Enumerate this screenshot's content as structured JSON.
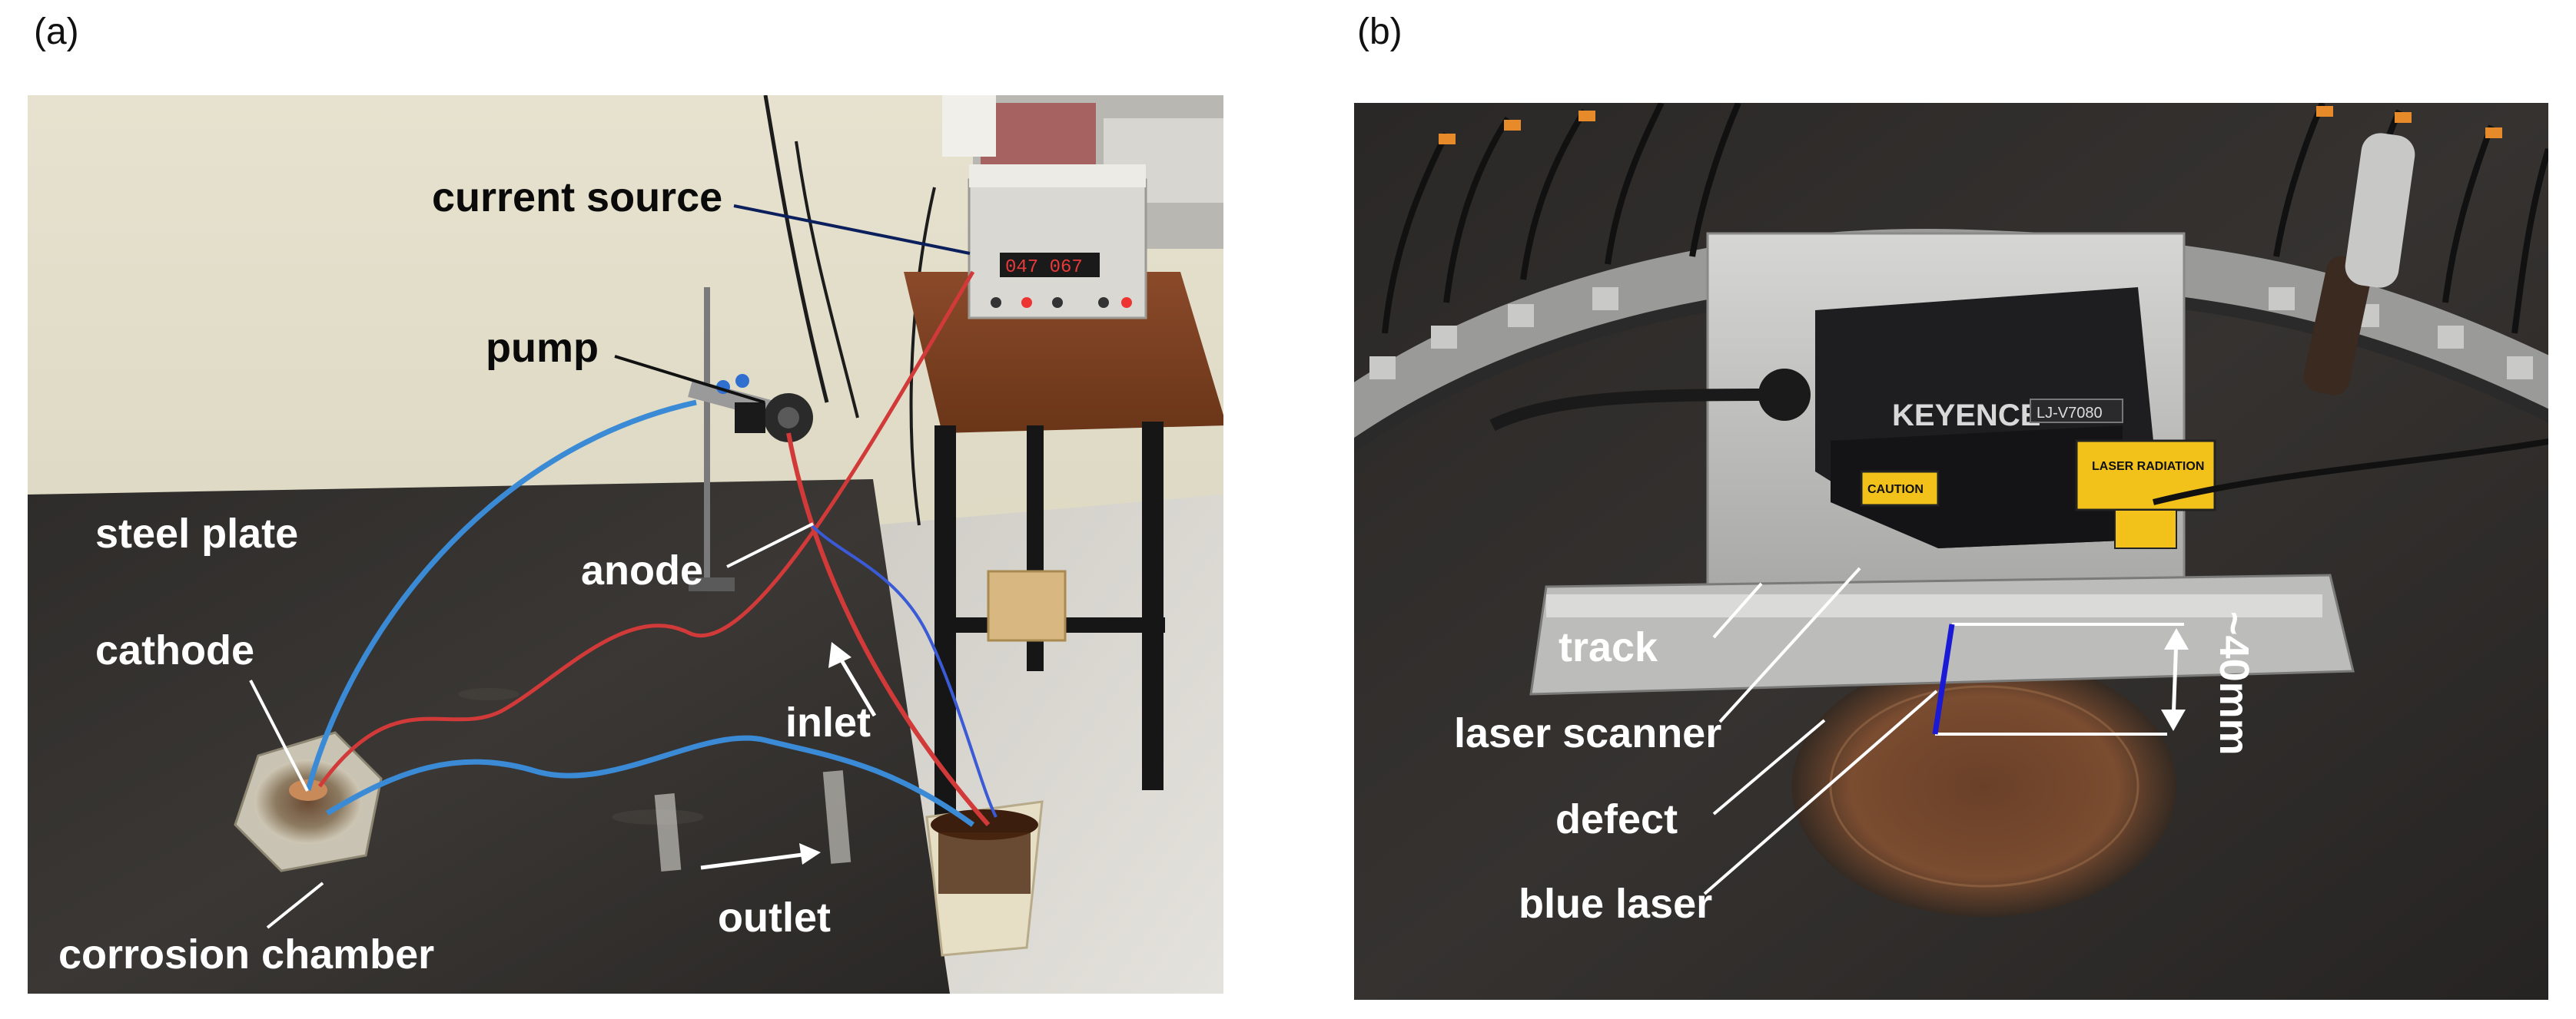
{
  "panels": {
    "a": {
      "letter": "(a)",
      "labels": {
        "current_source": "current source",
        "pump": "pump",
        "steel_plate": "steel plate",
        "anode": "anode",
        "cathode": "cathode",
        "inlet": "inlet",
        "outlet": "outlet",
        "corrosion_chamber": "corrosion chamber"
      },
      "device_display": "047  067"
    },
    "b": {
      "letter": "(b)",
      "labels": {
        "track": "track",
        "laser_scanner": "laser scanner",
        "defect": "defect",
        "blue_laser": "blue laser",
        "dimension": "~40mm"
      },
      "device_brand": "KEYENCE",
      "device_model": "LJ-V7080",
      "caution_label": "CAUTION",
      "warning_label": "LASER RADIATION"
    }
  },
  "colors": {
    "leader_dark": "#0b1f5c",
    "leader_light": "#ffffff",
    "blue_laser": "#1a1ad6",
    "wire_red": "#d23a3a",
    "wire_blue": "#3a8ad6"
  }
}
